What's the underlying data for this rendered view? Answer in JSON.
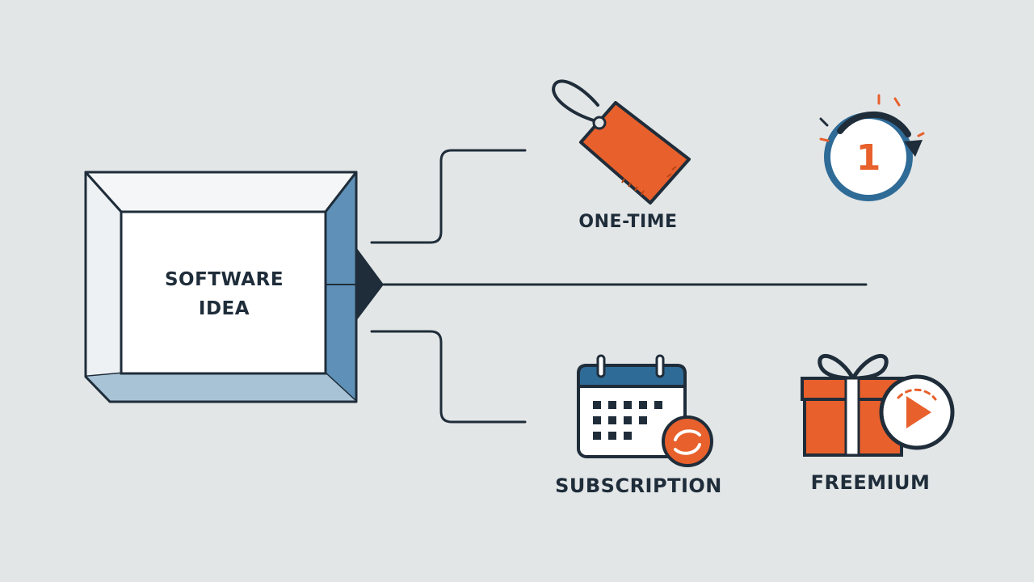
{
  "diagram": {
    "colors": {
      "background": "#e3e6e7",
      "line": "#1f2d3a",
      "accent_orange": "#e8602c",
      "accent_blue": "#2f6b97",
      "box_blue": "#5f91b8",
      "box_white": "#ffffff"
    },
    "source_node": {
      "line1": "SOFTWARE",
      "line2": "IDEA"
    },
    "options": [
      {
        "id": "one-time",
        "label": "ONE-TIME",
        "icon": "price-tag-icon"
      },
      {
        "id": "subscription",
        "label": "SUBSCRIPTION",
        "icon": "calendar-icon"
      },
      {
        "id": "freemium",
        "label": "FREEMIUM",
        "icon": "gift-box-icon"
      }
    ],
    "extra_icons": [
      {
        "icon": "one-time-payment-clock-icon",
        "glyph": "1"
      },
      {
        "icon": "renewal-badge-icon"
      },
      {
        "icon": "play-icon"
      }
    ]
  }
}
